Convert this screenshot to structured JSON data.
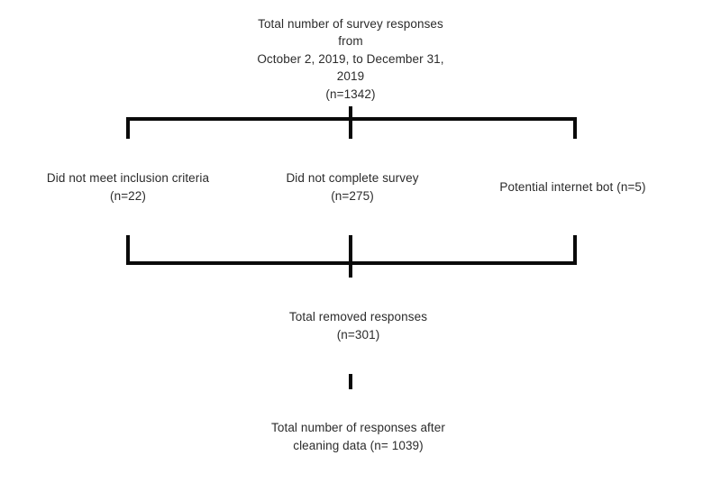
{
  "diagram": {
    "title": "Survey response cleaning flowchart",
    "type": "flowchart",
    "accent_border_color": "#3f4f6e",
    "connector_color": "#0a0a0a",
    "background_color": "#ffffff",
    "nodes": [
      {
        "id": "total-responses",
        "text": "Total number of survey responses from\nOctober 2, 2019,  to December 31, 2019\n(n=1342)",
        "count": 1342
      },
      {
        "id": "no-inclusion-criteria",
        "text": "Did not meet inclusion criteria\n(n=22)",
        "count": 22
      },
      {
        "id": "incomplete-survey",
        "text": "Did not complete survey (n=275)",
        "count": 275
      },
      {
        "id": "internet-bot",
        "text": "Potential internet bot (n=5)",
        "count": 5
      },
      {
        "id": "total-removed",
        "text": "Total removed responses (n=301)",
        "count": 301
      },
      {
        "id": "total-after-cleaning",
        "text": "Total number of responses after\ncleaning data (n= 1039)",
        "count": 1039
      }
    ]
  }
}
